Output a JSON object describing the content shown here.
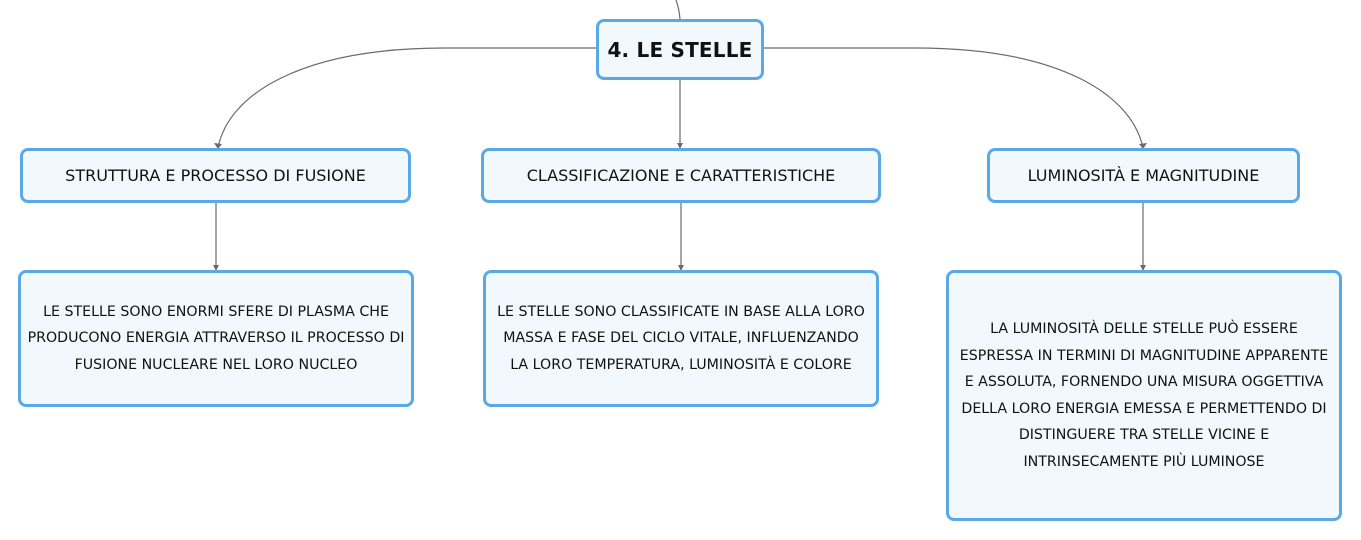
{
  "diagram": {
    "root": {
      "label": "4. LE STELLE"
    },
    "branches": [
      {
        "label": "STRUTTURA E PROCESSO DI FUSIONE",
        "detail": "LE STELLE SONO ENORMI SFERE DI PLASMA CHE PRODUCONO ENERGIA ATTRAVERSO IL PROCESSO DI FUSIONE NUCLEARE NEL LORO NUCLEO"
      },
      {
        "label": "CLASSIFICAZIONE E CARATTERISTICHE",
        "detail": "LE STELLE SONO CLASSIFICATE IN BASE ALLA LORO MASSA E FASE DEL CICLO VITALE, INFLUENZANDO LA LORO TEMPERATURA, LUMINOSITÀ E COLORE"
      },
      {
        "label": "LUMINOSITÀ E MAGNITUDINE",
        "detail": "LA LUMINOSITÀ DELLE STELLE PUÒ ESSERE ESPRESSA IN TERMINI DI MAGNITUDINE APPARENTE E ASSOLUTA, FORNENDO UNA MISURA OGGETTIVA DELLA LORO ENERGIA EMESSA E PERMETTENDO DI DISTINGUERE TRA STELLE VICINE E INTRINSECAMENTE PIÙ LUMINOSE"
      }
    ]
  },
  "colors": {
    "node_border": "#5aa9e6",
    "node_fill": "#f1f9fe",
    "connector": "#6b6b6b",
    "text": "#111111"
  }
}
